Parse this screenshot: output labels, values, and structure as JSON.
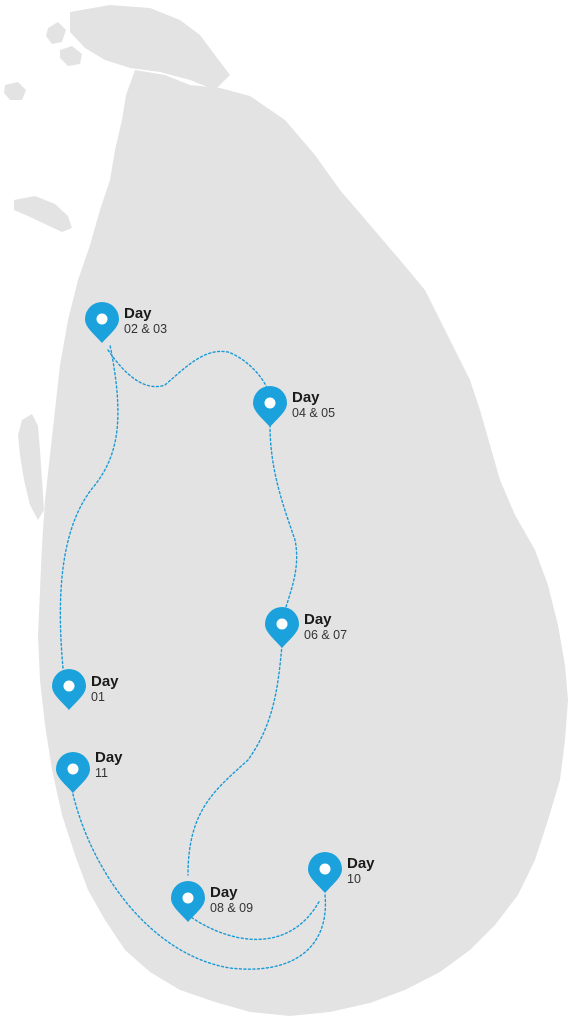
{
  "map": {
    "colors": {
      "land": "#e3e3e3",
      "route": "#1a9ad6",
      "pin": "#1ba1dc"
    },
    "stops": [
      {
        "title": "Day",
        "day": "01"
      },
      {
        "title": "Day",
        "day": "02 & 03"
      },
      {
        "title": "Day",
        "day": "04 & 05"
      },
      {
        "title": "Day",
        "day": "06 & 07"
      },
      {
        "title": "Day",
        "day": "08 & 09"
      },
      {
        "title": "Day",
        "day": "10"
      },
      {
        "title": "Day",
        "day": "11"
      }
    ]
  }
}
